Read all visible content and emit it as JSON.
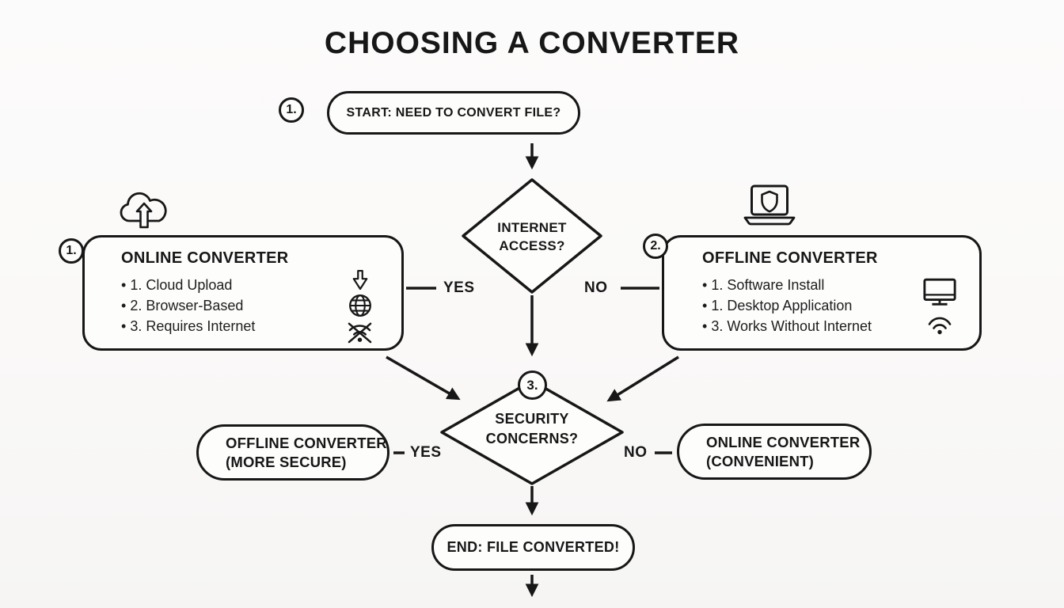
{
  "title": "CHOOSING A CONVERTER",
  "colors": {
    "ink": "#171717",
    "background": "#fbfafa"
  },
  "nodes": {
    "start": {
      "badge": "1.",
      "label": "START: NEED TO CONVERT FILE?"
    },
    "internet_decision": {
      "line1": "INTERNET",
      "line2": "ACCESS?"
    },
    "security_decision": {
      "badge": "3.",
      "line1": "SECURITY",
      "line2": "CONCERNS?"
    },
    "offline_secure": {
      "line1": "OFFLINE CONVERTER",
      "line2": "(MORE SECURE)"
    },
    "online_convenient": {
      "line1": "ONLINE CONVERTER",
      "line2": "(CONVENIENT)"
    },
    "end": {
      "label": "END: FILE CONVERTED!"
    }
  },
  "boxes": {
    "online": {
      "badge": "1.",
      "title": "ONLINE CONVERTER",
      "items": [
        "1. Cloud Upload",
        "2. Browser-Based",
        "3. Requires Internet"
      ],
      "top_icon": "cloud-upload-icon",
      "side_icons": [
        "download-arrow-icon",
        "globe-icon",
        "wifi-off-icon"
      ]
    },
    "offline": {
      "badge": "2.",
      "title": "OFFLINE CONVERTER",
      "items": [
        "1. Software Install",
        "1. Desktop Application",
        "3. Works Without Internet"
      ],
      "top_icon": "laptop-shield-icon",
      "side_icons": [
        "desktop-monitor-icon",
        "wifi-icon"
      ]
    }
  },
  "edges": {
    "internet_yes": "YES",
    "internet_no": "NO",
    "security_yes": "YES",
    "security_no": "NO"
  }
}
